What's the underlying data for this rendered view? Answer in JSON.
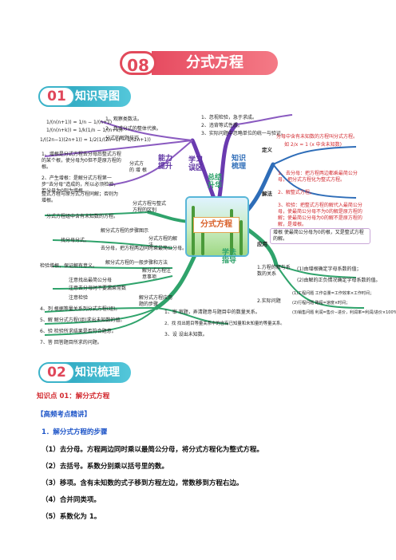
{
  "chapter": {
    "num": "08",
    "title": "分式方程"
  },
  "section1": {
    "num": "01",
    "title": "知识导图"
  },
  "section2": {
    "num": "02",
    "title": "知识梳理"
  },
  "mindmap": {
    "center": "分式方程",
    "branches": {
      "ability": "能力\n提升",
      "study": "学习\n误区",
      "summary": "总结\n升华",
      "knowledge": "知识\n梳理",
      "method": "学法\n指导"
    },
    "left_top": [
      "1、观察类数法。",
      "2、负或分式的整体代换。",
      "分式的解题技巧"
    ],
    "left_formulas": [
      "1/(n(n+1)) = 1/n − 1/(n+1)",
      "1/(n(n+k)) = 1/k(1/n − 1/(n+k))"
    ],
    "left_formula2": "1/((2n−1)(2n+1)) = 1/2(1/(2n−1) − 1/(2n+1))",
    "left_notes": [
      "1、增根是分式方程去分母后整式方程的某个根，使分母为0但不是原方程的根。",
      "2、产生增根：是解分式方程第一步“去分母”造成的，所以必须检验，若分母为0则为增根。",
      "整式方程与原分式方程同解；否则为增根。"
    ],
    "ability_sub": "分式方\n的 增 根",
    "study_items": [
      "1、忽视检验，急于求成。",
      "2、违背等式性质。",
      "3、实际问题中忽略单位的统一与验证。"
    ],
    "def_text": "分母中含有未知数的方程叫分式方程。",
    "def_formula": "如 2/x = 1 (x 中含未知数)",
    "def_label": "定义",
    "solve_label": "解法",
    "solve_steps": [
      "1、去分母：把方程两边都乘最简公分母，把分式方程化为整式方程。",
      "2、解整式方程。",
      "3、检验：把整式方程的解代入最简公分母，使最简公分母不为0的解是原方程的解；使最简公分母为0的解不是原方程的解，是增根。"
    ],
    "apply_label": "应用",
    "zenggen": "增根   使最简公分母为0的根，又是整式方程的解。",
    "mid_left": [
      "分式方程与整式方程的区别",
      "分式方程组中含有未知数的方程。",
      "分式方程的解法",
      "解分式方程的步骤图示",
      "找分母分式。",
      "去分母，把方程两边同时乘最简公分母。",
      "解分式方程的一般步骤和方法",
      "检验增根，保证解有意义。",
      "解分式方程注意事项",
      "注意找出最简公分母",
      "注意去分母时不要漏乘常数",
      "注意检验",
      "解分式方程应用题的步骤"
    ],
    "app_title": "1.方程的解与系数的关系",
    "app_items": [
      "(1)由增根确定字母系数的值；",
      "(2)由解的正负情况确定字母系数的值。"
    ],
    "real_title": "2.实际问题",
    "real_items": [
      "(1)工程问题 工作总量=工作效率×工作时间；",
      "(2)行程问题 路程=速度×时间；",
      "(3)销售问题 利润=售价−进价，利润率=利润/进价×100%"
    ],
    "bottom_left": [
      "4、列  根据等量关系列分式方程(组)。",
      "5、解  解分式方程(组)求出未知数的值。",
      "6、验  检验所求结果是否符合题意。",
      "7、答  回答题目所求的问题。"
    ],
    "bottom_right": [
      "1、审  审题，弄清题意与题目中的数量关系。",
      "2、找  找出题目等量关系中的含有已知量和未知量的等量关系。",
      "3、设  设出未知数。"
    ]
  },
  "body": {
    "kp_title": "知识点 01：解分式方程",
    "kp_sub": "【高频考点精讲】",
    "kp_h1": "1．解分式方程的步骤",
    "steps": [
      "（1）去分母。方程两边同时乘以最简公分母，将分式方程化为整式方程。",
      "（2）去括号。系数分别乘以括号里的数。",
      "（3）移项。含有未知数的式子移到方程左边，常数移到方程右边。",
      "（4）合并同类项。",
      "（5）系数化为 1。"
    ]
  }
}
